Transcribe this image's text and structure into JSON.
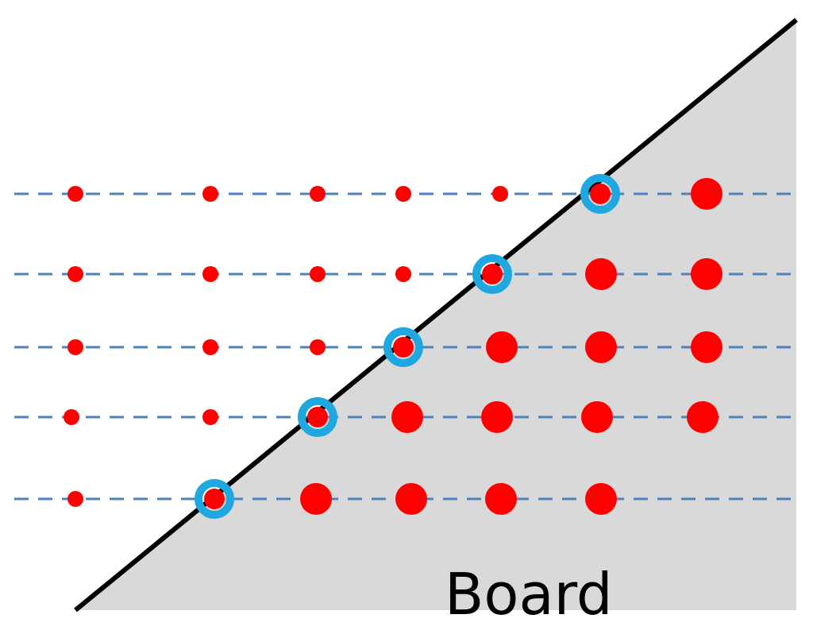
{
  "board": {
    "label": "Board",
    "fill_color": "#d9d9d9",
    "edge_color": "#000000"
  },
  "rows": {
    "line_color": "#4f81bd",
    "count": 5
  },
  "points": {
    "outside_color": "#ff0000",
    "inside_color": "#ff0000",
    "edge_ring_color": "#1fa8e0",
    "outside_per_row": [
      1,
      2,
      3,
      4,
      5
    ],
    "edge_per_row": [
      1,
      1,
      1,
      1,
      1
    ],
    "inside_per_row": [
      4,
      4,
      3,
      2,
      1
    ]
  }
}
